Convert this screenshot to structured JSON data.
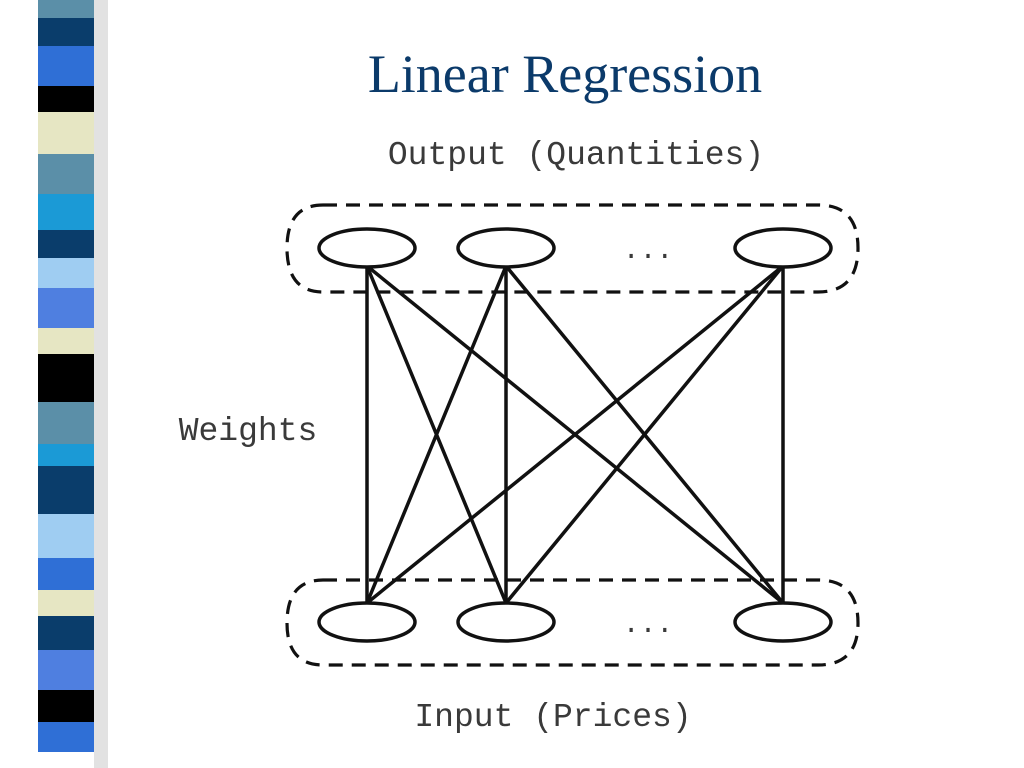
{
  "slide": {
    "title": "Linear Regression"
  },
  "diagram": {
    "output_label": "Output (Quantities)",
    "input_label": "Input (Prices)",
    "weights_label": "Weights",
    "output_ellipsis": "...",
    "input_ellipsis": "..."
  },
  "colors": {
    "title": "#0b3a6a",
    "stripe_palette": [
      "#5b8fa8",
      "#0a3d6b",
      "#2f6fd6",
      "#000000",
      "#e6e6c3",
      "#1b9ad6",
      "#9fcdf2",
      "#4f7fe0"
    ]
  }
}
